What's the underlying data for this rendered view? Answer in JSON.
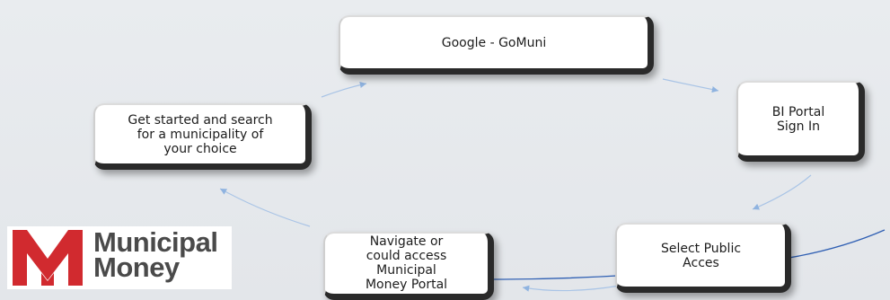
{
  "diagram": {
    "steps": {
      "google": "Google - GoMuni",
      "bi_portal": [
        "BI Portal",
        "Sign In"
      ],
      "select_public": [
        "Select Public",
        "Acces"
      ],
      "navigate": [
        "Navigate or",
        "could access",
        "Municipal",
        "Money Portal"
      ],
      "get_started": [
        "Get started and search",
        "for a municipality of",
        "your choice"
      ]
    }
  },
  "logo": {
    "line1": "Municipal",
    "line2": "Money",
    "mark_color": "#d12a2f",
    "text_color": "#4a4a4a"
  },
  "colors": {
    "arrow": "#8fb3e0",
    "line": "#2f5fb3"
  }
}
